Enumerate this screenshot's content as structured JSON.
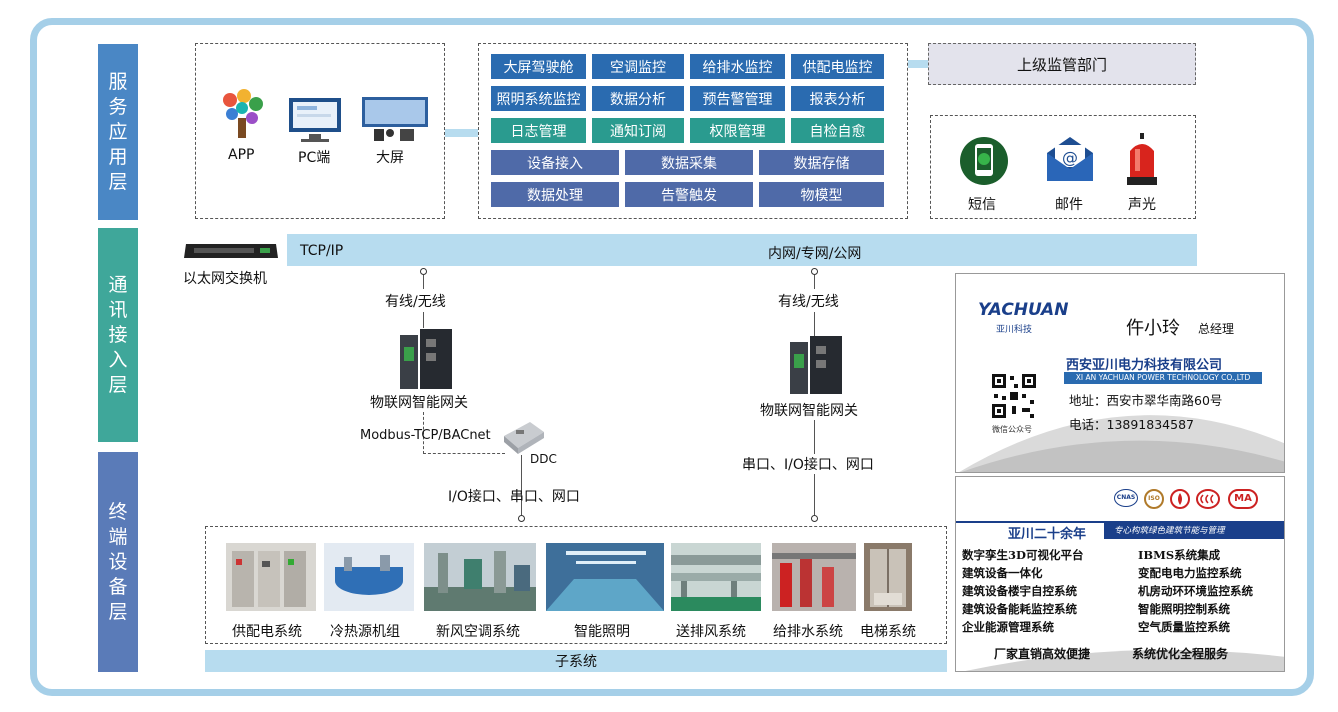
{
  "layers": {
    "service": "服务应用层",
    "comm": "通讯接入层",
    "terminal": "终端设备层"
  },
  "clients": {
    "app": "APP",
    "pc": "PC端",
    "screen": "大屏"
  },
  "modules": {
    "row1": [
      "大屏驾驶舱",
      "空调监控",
      "给排水监控",
      "供配电监控"
    ],
    "row2": [
      "照明系统监控",
      "数据分析",
      "预告警管理",
      "报表分析"
    ],
    "row3": [
      "日志管理",
      "通知订阅",
      "权限管理",
      "自检自愈"
    ],
    "row4": [
      "设备接入",
      "数据采集",
      "数据存储"
    ],
    "row5": [
      "数据处理",
      "告警触发",
      "物模型"
    ]
  },
  "superior": "上级监管部门",
  "alerts": {
    "sms": "短信",
    "mail": "邮件",
    "light": "声光"
  },
  "network": {
    "switch": "以太网交换机",
    "tcpip": "TCP/IP",
    "nets": "内网/专网/公网",
    "wired_left": "有线/无线",
    "wired_right": "有线/无线",
    "gateway_left": "物联网智能网关",
    "gateway_right": "物联网智能网关",
    "modbus": "Modbus-TCP/BACnet",
    "ddc": "DDC",
    "io_left": "I/O接口、串口、网口",
    "io_right": "串口、I/O接口、网口"
  },
  "subsystems": {
    "items": [
      "供配电系统",
      "冷热源机组",
      "新风空调系统",
      "智能照明",
      "送排风系统",
      "给排水系统",
      "电梯系统"
    ],
    "bar": "子系统"
  },
  "card": {
    "logo": "YACHUAN",
    "logo_cn": "亚川科技",
    "name": "仵小玲",
    "role": "总经理",
    "company": "西安亚川电力科技有限公司",
    "company_en": "XI AN YACHUAN POWER TECHNOLOGY CO.,LTD",
    "qr_label": "微信公众号",
    "address": "地址：西安市翠华南路60号",
    "phone": "电话：13891834587",
    "cert_cnas": "CNAS",
    "cert_iso": "ISO",
    "cert_ma": "MA",
    "years": "亚川二十余年",
    "slogan": "专心构筑绿色建筑节能与管理",
    "left_list": [
      "数字孪生3D可视化平台",
      "建筑设备一体化",
      "建筑设备楼宇自控系统",
      "建筑设备能耗监控系统",
      "企业能源管理系统"
    ],
    "right_list": [
      "IBMS系统集成",
      "变配电电力监控系统",
      "机房动环环境监控系统",
      "智能照明控制系统",
      "空气质量监控系统"
    ],
    "footer_left": "厂家直销高效便捷",
    "footer_right": "系统优化全程服务"
  },
  "colors": {
    "service_layer": "#4a87c5",
    "comm_layer": "#3fa79a",
    "terminal_layer": "#5a7bb8",
    "frame": "#a5cfe8",
    "bar": "#b7dcef"
  }
}
